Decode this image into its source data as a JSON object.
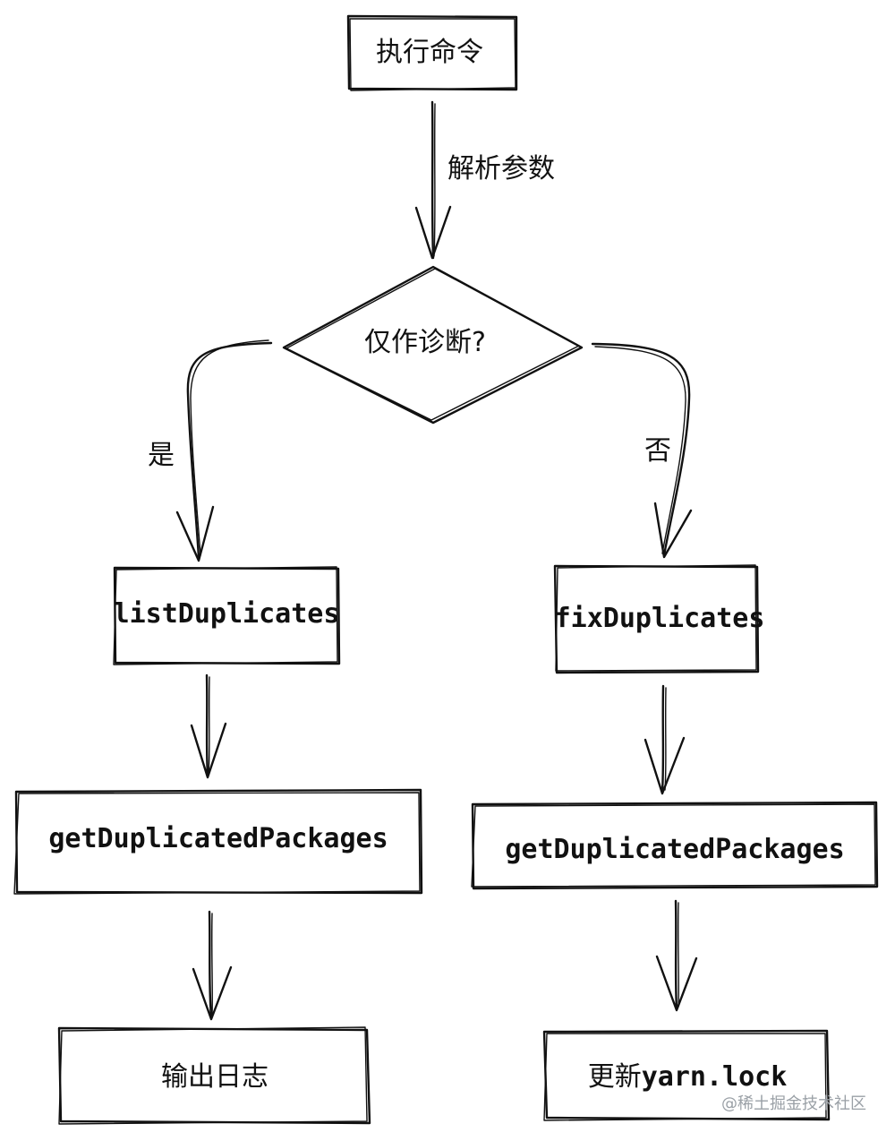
{
  "diagram": {
    "nodes": {
      "start": "执行命令",
      "decision": "仅作诊断?",
      "list_duplicates": "listDuplicates",
      "fix_duplicates": "fixDuplicates",
      "get_duplicated_left": "getDuplicatedPackages",
      "get_duplicated_right": "getDuplicatedPackages",
      "output_log": "输出日志",
      "update_lock_prefix": "更新",
      "update_lock_code": "yarn.lock"
    },
    "edges": {
      "parse_args": "解析参数",
      "yes": "是",
      "no": "否"
    },
    "watermark": "@稀土掘金技术社区"
  }
}
